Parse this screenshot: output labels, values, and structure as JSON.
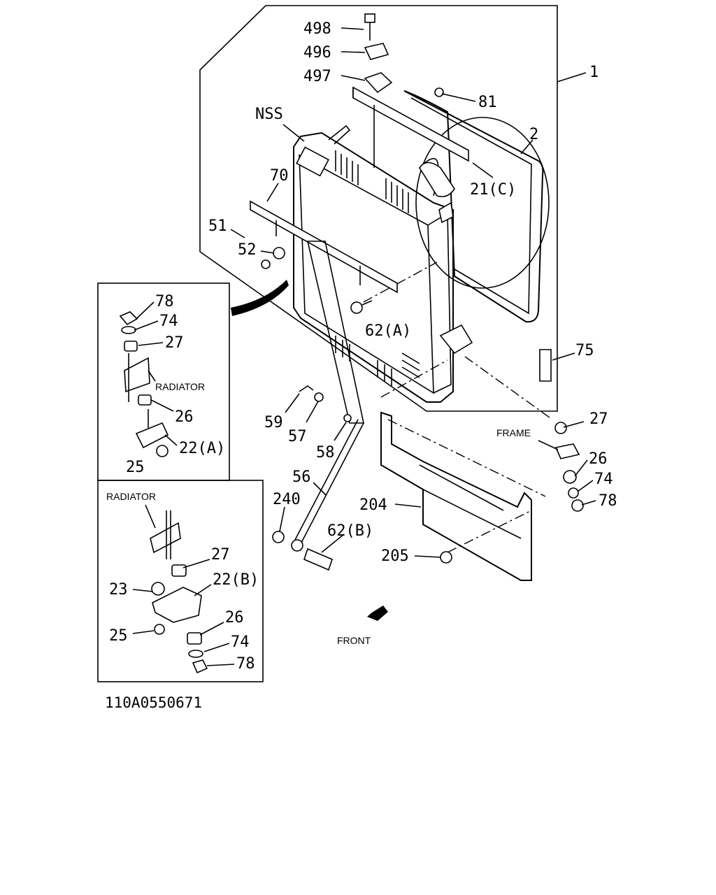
{
  "figure_code": "110A0550671",
  "callouts": {
    "p498": "498",
    "p496": "496",
    "p497": "497",
    "p81": "81",
    "p1": "1",
    "p2": "2",
    "nss": "NSS",
    "p70": "70",
    "p21c": "21(C)",
    "p51": "51",
    "p52": "52",
    "p62a": "62(A)",
    "p75": "75",
    "p27r": "27",
    "frame": "FRAME",
    "p26r": "26",
    "p74r": "74",
    "p78r": "78",
    "p59": "59",
    "p57": "57",
    "p58": "58",
    "p56": "56",
    "p240": "240",
    "p204": "204",
    "p62b": "62(B)",
    "p205": "205",
    "front": "FRONT"
  },
  "inset_a": {
    "p78": "78",
    "p74": "74",
    "p27": "27",
    "radiator": "RADIATOR",
    "p26": "26",
    "p22a": "22(A)",
    "p25": "25"
  },
  "inset_b": {
    "radiator": "RADIATOR",
    "p27": "27",
    "p22b": "22(B)",
    "p23": "23",
    "p26": "26",
    "p25": "25",
    "p74": "74",
    "p78": "78"
  }
}
